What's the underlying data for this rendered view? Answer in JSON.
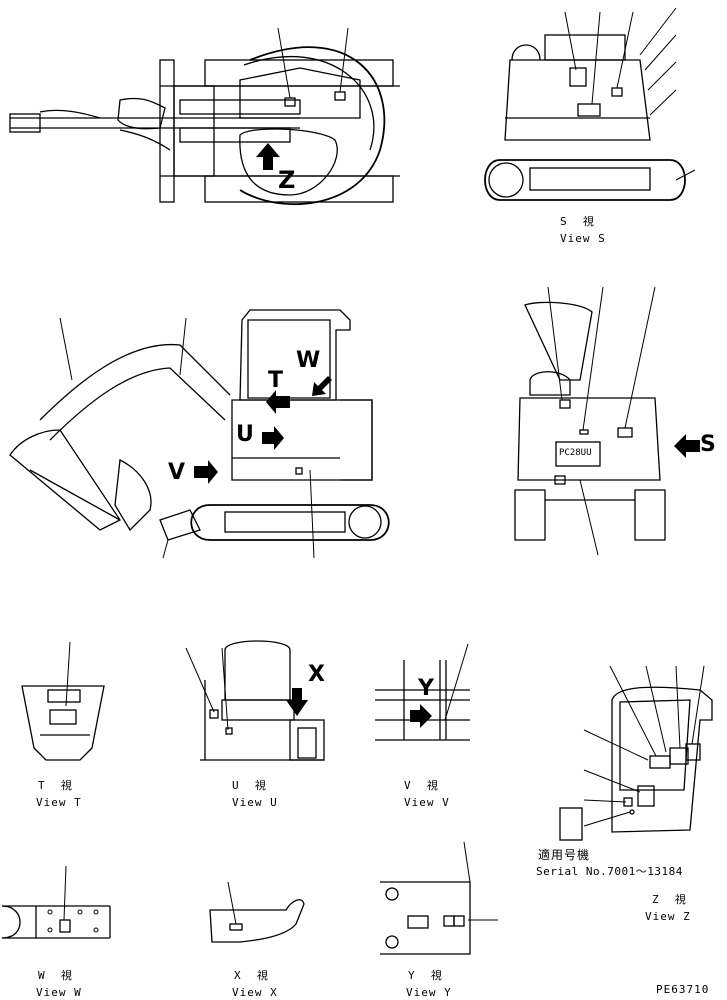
{
  "colors": {
    "ink": "#000000",
    "paper": "#ffffff"
  },
  "callouts": {
    "z": "Z",
    "w": "W",
    "t": "T",
    "u": "U",
    "v": "V",
    "s": "S",
    "x": "X",
    "y": "Y"
  },
  "plate_text": "PC28UU",
  "views": {
    "s": {
      "jp": "S  視",
      "en": "View S"
    },
    "t": {
      "jp": "T  視",
      "en": "View T"
    },
    "u": {
      "jp": "U  視",
      "en": "View U"
    },
    "v": {
      "jp": "V  視",
      "en": "View V"
    },
    "w": {
      "jp": "W  視",
      "en": "View W"
    },
    "x": {
      "jp": "X  視",
      "en": "View X"
    },
    "y": {
      "jp": "Y  視",
      "en": "View Y"
    },
    "z": {
      "jp": "Z  視",
      "en": "View Z"
    }
  },
  "serial": {
    "jp": "適用号機",
    "en": "Serial No.7001～13184"
  },
  "part_code": "PE63710"
}
